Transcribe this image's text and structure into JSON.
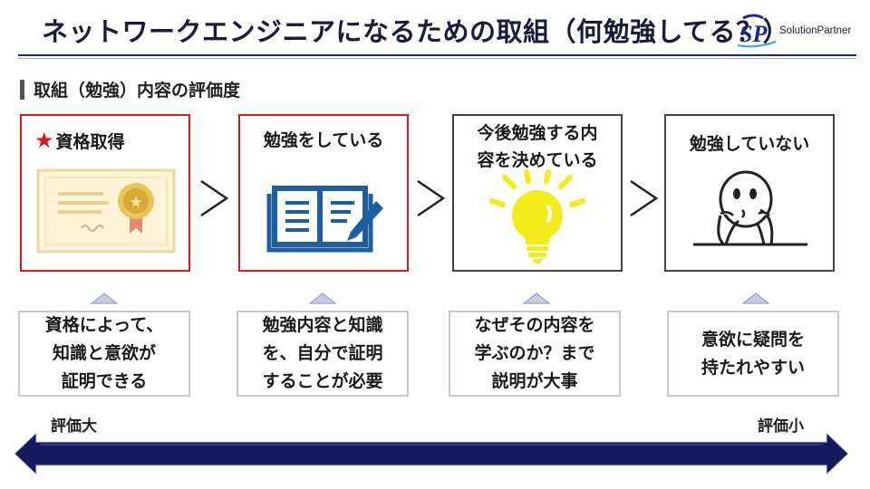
{
  "header": {
    "title": "ネットワークエンジニアになるための取組（何勉強してる？）",
    "logo_text": "SolutionPartner",
    "logo_glyph": "SP"
  },
  "subtitle": "取組（勉強）内容の評価度",
  "cards": [
    {
      "star": "★",
      "title": "資格取得",
      "illustration": "certificate-icon",
      "highlighted": true,
      "description": "資格によって、\n知識と意欲が\n証明できる"
    },
    {
      "title": "勉強をしている",
      "illustration": "open-book-pen-icon",
      "highlighted": true,
      "description": "勉強内容と知識\nを、自分で証明\nすることが必要"
    },
    {
      "title": "今後勉強する内\n容を決めている",
      "illustration": "light-bulb-icon",
      "highlighted": false,
      "description": "なぜその内容を\n学ぶのか？まで\n説明が大事"
    },
    {
      "title": "勉強していない",
      "illustration": "thinking-person-icon",
      "highlighted": false,
      "description": "意欲に疑問を\n持たれやすい"
    }
  ],
  "separator_glyph": ">",
  "scale": {
    "left_label": "評価大",
    "right_label": "評価小"
  },
  "colors": {
    "highlight_border": "#e0161d",
    "star": "#e0161d",
    "arrow": "#141a5e",
    "book": "#1d5fa0",
    "bulb": "#f2ec1a",
    "triangle": "#c9cbe6"
  }
}
